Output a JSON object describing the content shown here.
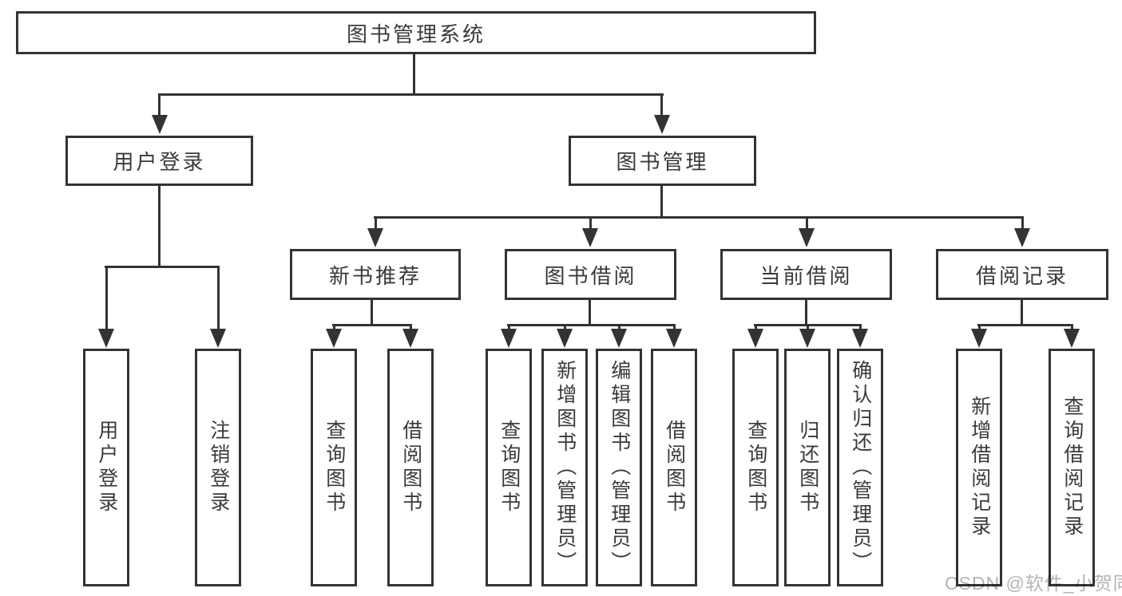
{
  "tree": {
    "label": "图书管理系统",
    "children": [
      {
        "label": "用户登录",
        "children": [
          {
            "label": "用户登录"
          },
          {
            "label": "注销登录"
          }
        ]
      },
      {
        "label": "图书管理",
        "children": [
          {
            "label": "新书推荐",
            "children": [
              {
                "label": "查询图书"
              },
              {
                "label": "借阅图书"
              }
            ]
          },
          {
            "label": "图书借阅",
            "children": [
              {
                "label": "查询图书"
              },
              {
                "label": "新增图书（管理员）"
              },
              {
                "label": "编辑图书（管理员）"
              },
              {
                "label": "借阅图书"
              }
            ]
          },
          {
            "label": "当前借阅",
            "children": [
              {
                "label": "查询图书"
              },
              {
                "label": "归还图书"
              },
              {
                "label": "确认归还（管理员）"
              }
            ]
          },
          {
            "label": "借阅记录",
            "children": [
              {
                "label": "新增借阅记录"
              },
              {
                "label": "查询借阅记录"
              }
            ]
          }
        ]
      }
    ]
  },
  "watermark": {
    "text": "CSDN @软件_小贺同学"
  },
  "colors": {
    "line": "#333333",
    "text": "#3a3a3a",
    "watermark": "#b4b4b4",
    "background": "#ffffff"
  }
}
